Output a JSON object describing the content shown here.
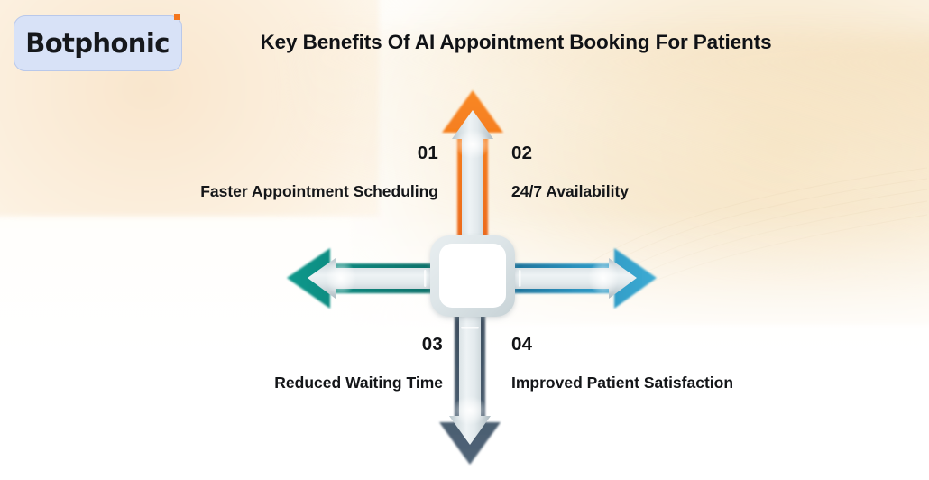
{
  "brand": {
    "name": "Botphonic",
    "box_color": "#d8e2f7",
    "accent_color": "#f4761c"
  },
  "header": {
    "title": "Key Benefits Of AI Appointment Booking For Patients"
  },
  "diagram": {
    "type": "four-way-arrow-infographic",
    "center_shape": "rounded-square",
    "center_fill": "#ffffff",
    "center_border": "#ccd5d8",
    "items": [
      {
        "number": "01",
        "label": "Faster Appointment Scheduling",
        "direction": "up",
        "color": "#f4761c",
        "position": "top-left"
      },
      {
        "number": "02",
        "label": "24/7 Availability",
        "direction": "up",
        "color": "#f4761c",
        "position": "top-right"
      },
      {
        "number": "03",
        "label": "Reduced Waiting Time",
        "direction": "down",
        "color": "#46596b",
        "position": "bottom-left"
      },
      {
        "number": "04",
        "label": "Improved Patient Satisfaction",
        "direction": "down",
        "color": "#46596b",
        "position": "bottom-right"
      }
    ],
    "arrows": [
      {
        "name": "up-arrow",
        "color": "#f4761c"
      },
      {
        "name": "left-arrow",
        "color": "#0a837a"
      },
      {
        "name": "right-arrow",
        "color": "#2f9cc9"
      },
      {
        "name": "down-arrow",
        "color": "#46596b"
      }
    ]
  }
}
